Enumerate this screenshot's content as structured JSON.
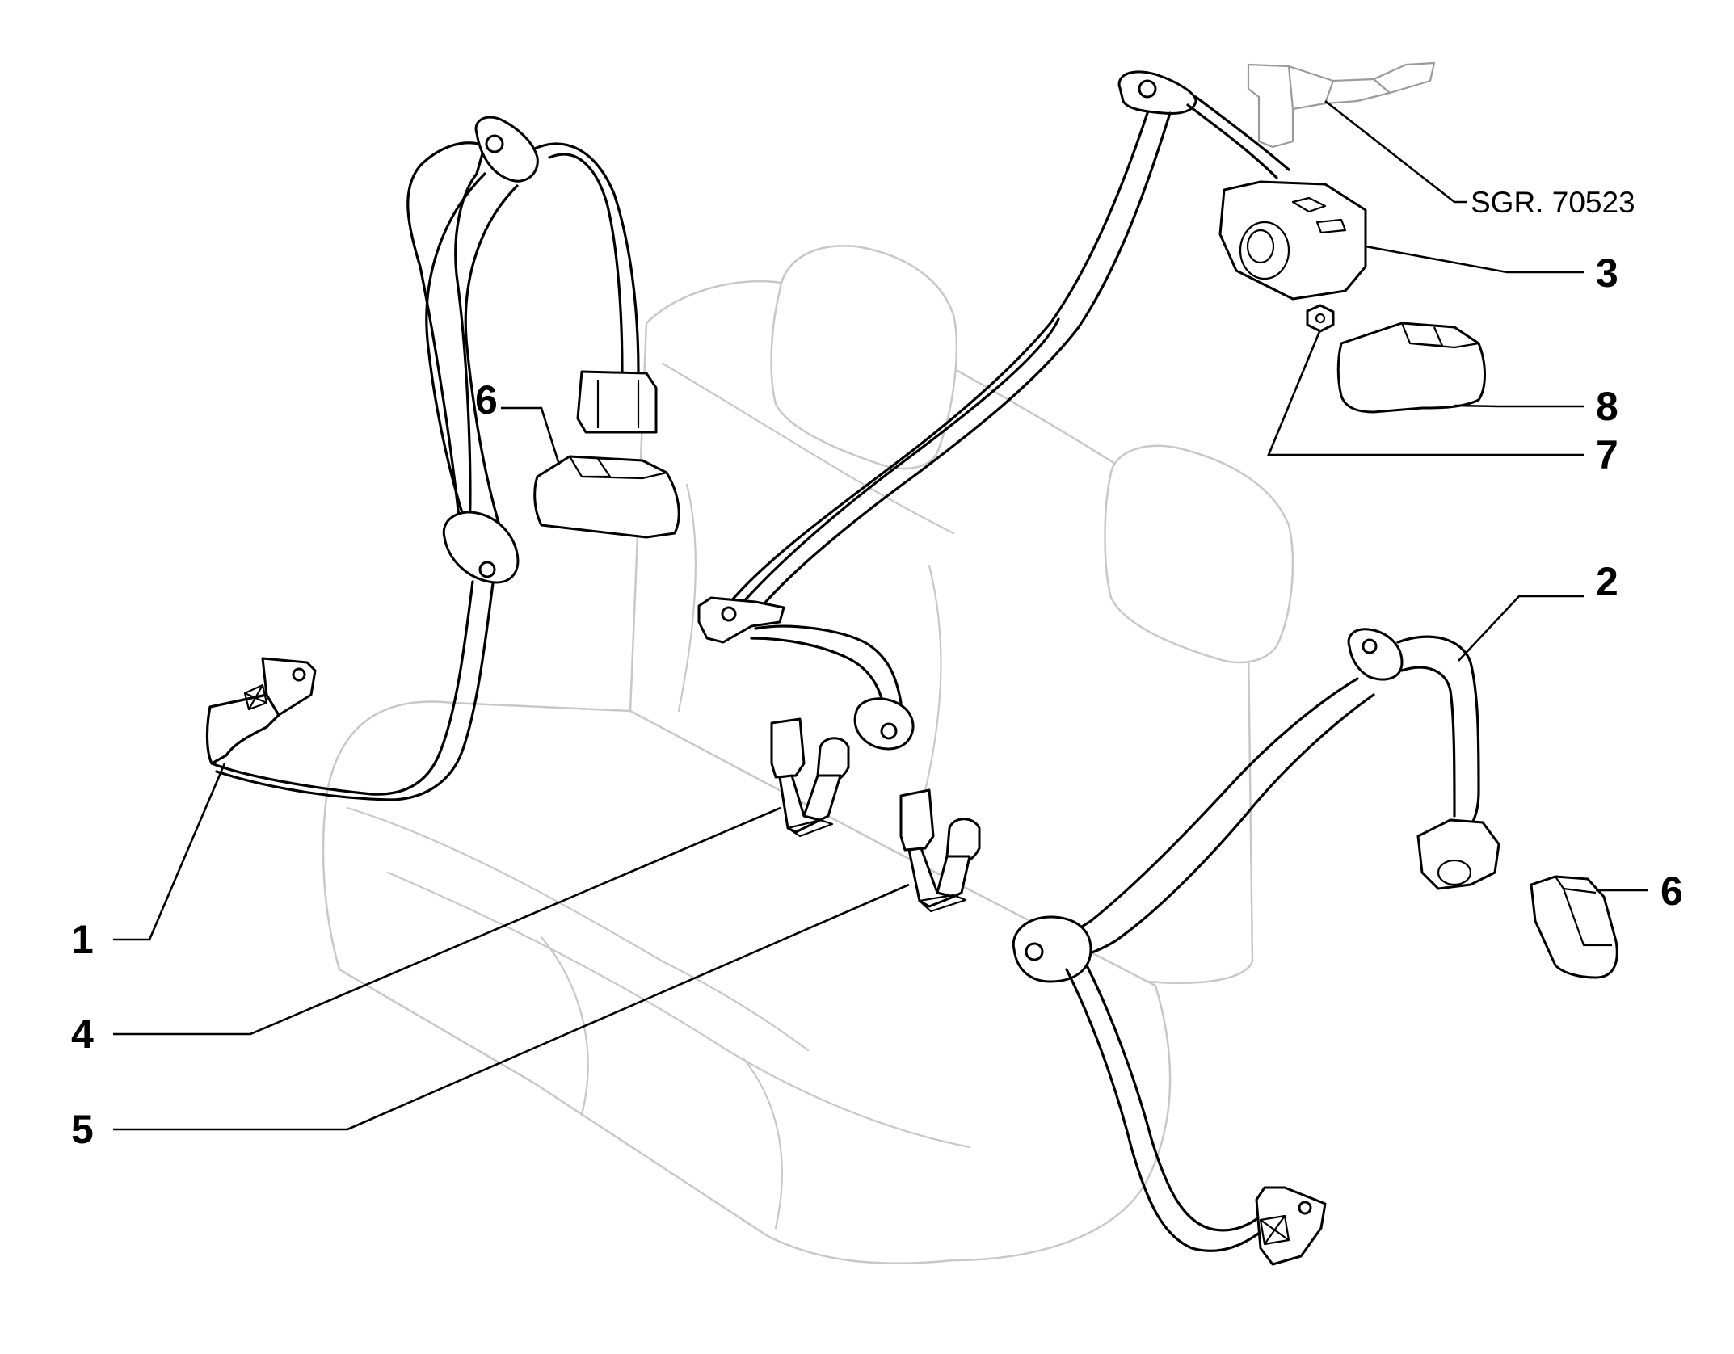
{
  "callouts": {
    "c1": "1",
    "c2": "2",
    "c3": "3",
    "c4": "4",
    "c5": "5",
    "c6a": "6",
    "c6b": "6",
    "c7": "7",
    "c8": "8"
  },
  "reference_label": "SGR. 70523",
  "colors": {
    "line": "#000000",
    "seat_outline": "#c8c8c8",
    "ref_part_outline": "#9a9a9a",
    "background": "#ffffff"
  }
}
